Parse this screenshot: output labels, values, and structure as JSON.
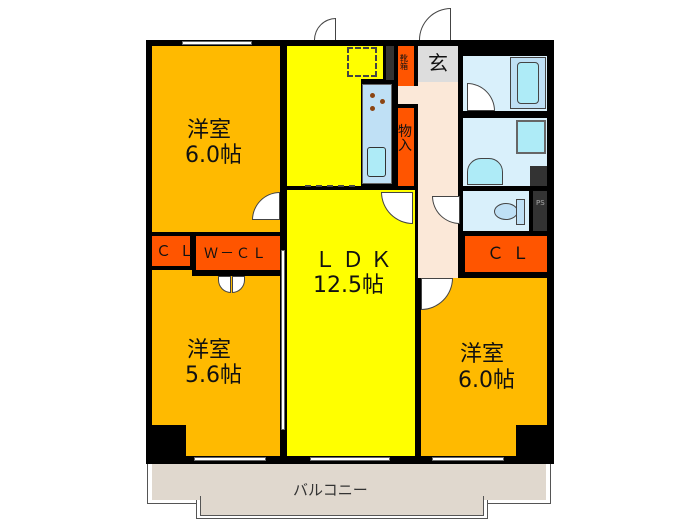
{
  "floorplan": {
    "rooms": {
      "bedroom_nw": {
        "name": "洋室",
        "size": "6.0帖"
      },
      "bedroom_sw": {
        "name": "洋室",
        "size": "5.6帖"
      },
      "bedroom_se": {
        "name": "洋室",
        "size": "6.0帖"
      },
      "ldk": {
        "name": "ＬＤＫ",
        "size": "12.5帖"
      },
      "entrance": {
        "name": "玄"
      },
      "shoe_box": {
        "name": "靴箱"
      },
      "storage": {
        "name": "物入"
      },
      "closet_w": {
        "name": "ＣＬ"
      },
      "walk_in_closet": {
        "name": "Ｗ－ＣＬ"
      },
      "closet_e": {
        "name": "ＣＬ"
      },
      "pipe_space": {
        "name": "PS"
      },
      "balcony": {
        "name": "バルコニー"
      }
    },
    "colors": {
      "bedroom": "#FFBA00",
      "ldk": "#FFFF00",
      "closet": "#FF5500",
      "wet_area": "#D9F0FB",
      "kitchen": "#BFE0F5",
      "hallway": "#FBE8D8",
      "entrance": "#DDDDDD",
      "balcony": "#E0D8CE",
      "wall": "#000000"
    }
  }
}
